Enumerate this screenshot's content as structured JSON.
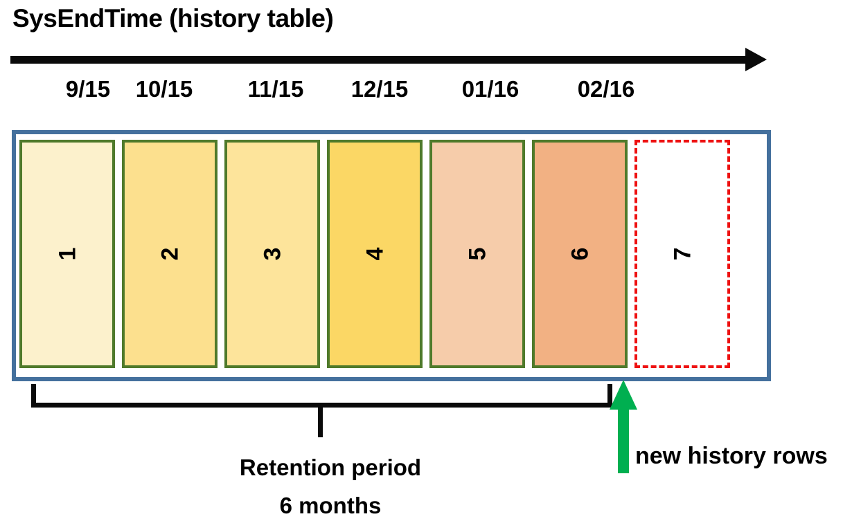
{
  "title": "SysEndTime (history table)",
  "timeline": {
    "dates": [
      "9/15",
      "10/15",
      "11/15",
      "12/15",
      "01/16",
      "02/16"
    ],
    "arrow_color": "#0a0a0a"
  },
  "history_box": {
    "border_color": "#44709D",
    "partition_border_color": "#4F7A2B",
    "pending_partition_border_color": "#EE1111",
    "partitions": [
      {
        "number": "1",
        "fill": "#FCF1CC",
        "border": "solid"
      },
      {
        "number": "2",
        "fill": "#FCE08E",
        "border": "solid"
      },
      {
        "number": "3",
        "fill": "#FDE49B",
        "border": "solid"
      },
      {
        "number": "4",
        "fill": "#FBD765",
        "border": "solid"
      },
      {
        "number": "5",
        "fill": "#F6CCAA",
        "border": "solid"
      },
      {
        "number": "6",
        "fill": "#F2B183",
        "border": "solid"
      },
      {
        "number": "7",
        "fill": "#FFFFFF",
        "border": "dashed"
      }
    ]
  },
  "annotations": {
    "retention_line1": "Retention period",
    "retention_line2": "6 months",
    "new_history_rows": "new history rows",
    "new_rows_arrow_color": "#00AF50"
  }
}
